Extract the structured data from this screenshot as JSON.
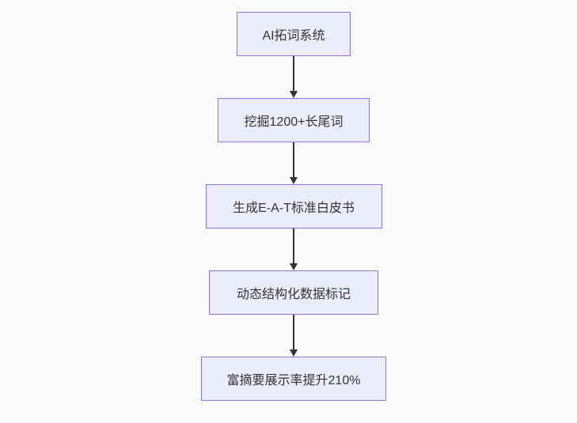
{
  "diagram": {
    "type": "flowchart",
    "direction": "top-down",
    "background_color": "#fafafa",
    "node_fill_color": "#ECECFF",
    "node_border_color": "#9370DB",
    "arrow_color": "#333333",
    "text_color": "#333333",
    "nodes": [
      {
        "id": "A",
        "label": "AI拓词系统"
      },
      {
        "id": "B",
        "label": "挖掘1200+长尾词"
      },
      {
        "id": "C",
        "label": "生成E-A-T标准白皮书"
      },
      {
        "id": "D",
        "label": "动态结构化数据标记"
      },
      {
        "id": "E",
        "label": "富摘要展示率提升210%"
      }
    ],
    "edges": [
      {
        "from": "A",
        "to": "B"
      },
      {
        "from": "B",
        "to": "C"
      },
      {
        "from": "C",
        "to": "D"
      },
      {
        "from": "D",
        "to": "E"
      }
    ]
  }
}
